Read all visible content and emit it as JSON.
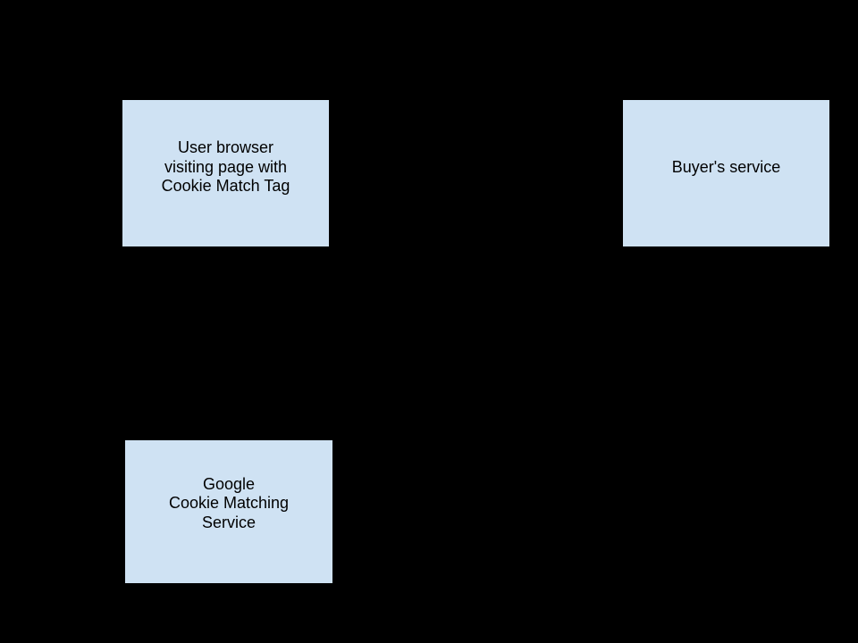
{
  "diagram": {
    "description": "Flow diagram with three rectangular nodes on a black background; connector arrows and labels are not visible (rendered black on black).",
    "nodes": [
      {
        "id": "user-browser",
        "text": "User browser\nvisiting page with\nCookie Match Tag"
      },
      {
        "id": "buyers-service",
        "text": "Buyer's service"
      },
      {
        "id": "google-cookie-matching",
        "text": "Google\nCookie Matching\nService"
      }
    ],
    "colors": {
      "background": "#000000",
      "node_fill": "#cfe2f3",
      "node_border": "#000000",
      "node_text": "#000000"
    }
  }
}
